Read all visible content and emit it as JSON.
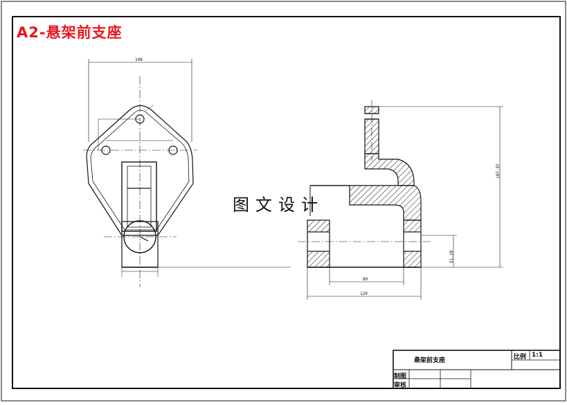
{
  "drawing": {
    "title": "A2-悬架前支座",
    "watermark": "图文设计"
  },
  "dimensions": {
    "front_width": "108",
    "rear_height": "107.97",
    "rear_lower_height": "51.28",
    "rear_inner_width": "80",
    "rear_overall_width": "120"
  },
  "title_block": {
    "part_name": "悬架前支座",
    "scale_label": "比例",
    "scale_value": "1:1",
    "drawn_by_label": "制图",
    "checked_by_label": "审核"
  }
}
